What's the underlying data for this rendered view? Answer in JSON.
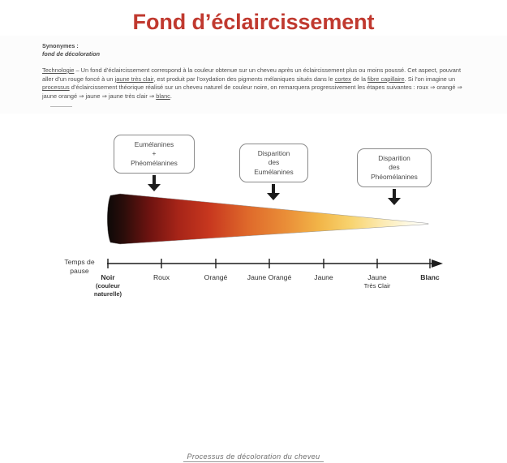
{
  "title": "Fond d’éclaircissement",
  "colors": {
    "title": "#c0392f",
    "wedge_start": "#0d0908",
    "wedge_dark_red": "#7c1510",
    "wedge_red": "#c0392b",
    "wedge_orange": "#e8883a",
    "wedge_yellow": "#f5c95c",
    "wedge_pale": "#fdf3d8",
    "wedge_end": "#ffffff",
    "axis": "#1c1c1c",
    "callout_border": "#8a8a8a"
  },
  "synonyms": {
    "label": "Synonymes :",
    "value": "fond de décoloration"
  },
  "paragraph": {
    "full": "Technologie – Un fond d’éclaircissement correspond à la couleur obtenue sur un cheveu après un éclaircissement plus ou moins poussé. Cet aspect, pouvant aller d’un rouge foncé à un jaune très clair, est produit par l’oxydation des pigments mélaniques situés dans le cortex de la fibre capillaire. Si l’on imagine un processus d’éclaircissement théorique réalisé sur un cheveu naturel de couleur noire, on remarquera progressivement les étapes suivantes : roux ⇒ orangé ⇒ jaune orangé ⇒ jaune ⇒ jaune très clair ⇒ blanc.",
    "segments": [
      {
        "text": "Technologie",
        "underline": true
      },
      {
        "text": " – Un fond d’éclaircissement correspond à la couleur obtenue sur un cheveu après un éclaircissement plus ou moins poussé. Cet aspect, pouvant aller d’un rouge foncé à un ",
        "underline": false
      },
      {
        "text": "jaune très clair",
        "underline": true
      },
      {
        "text": ", est produit par l’oxydation des pigments mélaniques situés dans le ",
        "underline": false
      },
      {
        "text": "cortex",
        "underline": true
      },
      {
        "text": " de la ",
        "underline": false
      },
      {
        "text": "fibre capillaire",
        "underline": true
      },
      {
        "text": ". Si l’on imagine un ",
        "underline": false
      },
      {
        "text": "processus",
        "underline": true
      },
      {
        "text": " d’éclaircissement théorique réalisé sur un cheveu naturel de couleur noire, on remarquera progressivement les étapes suivantes : roux ⇒ orangé ⇒ jaune orangé ⇒ jaune ⇒ jaune très clair ⇒ ",
        "underline": false
      },
      {
        "text": "blanc",
        "underline": true
      },
      {
        "text": ".",
        "underline": false
      }
    ]
  },
  "callouts": [
    {
      "id": "callout-1",
      "lines": [
        "Eumélanines",
        "+",
        "Phéomélanines"
      ]
    },
    {
      "id": "callout-2",
      "lines": [
        "Disparition",
        "des",
        "Eumélanines"
      ]
    },
    {
      "id": "callout-3",
      "lines": [
        "Disparition",
        "des",
        "Phéomélanines"
      ]
    }
  ],
  "axis": {
    "title_line1": "Temps  de",
    "title_line2": "pause",
    "ticks": [
      {
        "label": "Noir",
        "sub1": "(couleur",
        "sub2": "naturelle)",
        "bold": true
      },
      {
        "label": "Roux",
        "sub1": "",
        "sub2": "",
        "bold": false
      },
      {
        "label": "Orangé",
        "sub1": "",
        "sub2": "",
        "bold": false
      },
      {
        "label": "Jaune Orangé",
        "sub1": "",
        "sub2": "",
        "bold": false
      },
      {
        "label": "Jaune",
        "sub1": "",
        "sub2": "",
        "bold": false
      },
      {
        "label": "Jaune",
        "sub1": "Très Clair",
        "sub2": "",
        "bold": false
      },
      {
        "label": "Blanc",
        "sub1": "",
        "sub2": "",
        "bold": true
      }
    ]
  },
  "caption": "Processus  de  décoloration  du  cheveu"
}
